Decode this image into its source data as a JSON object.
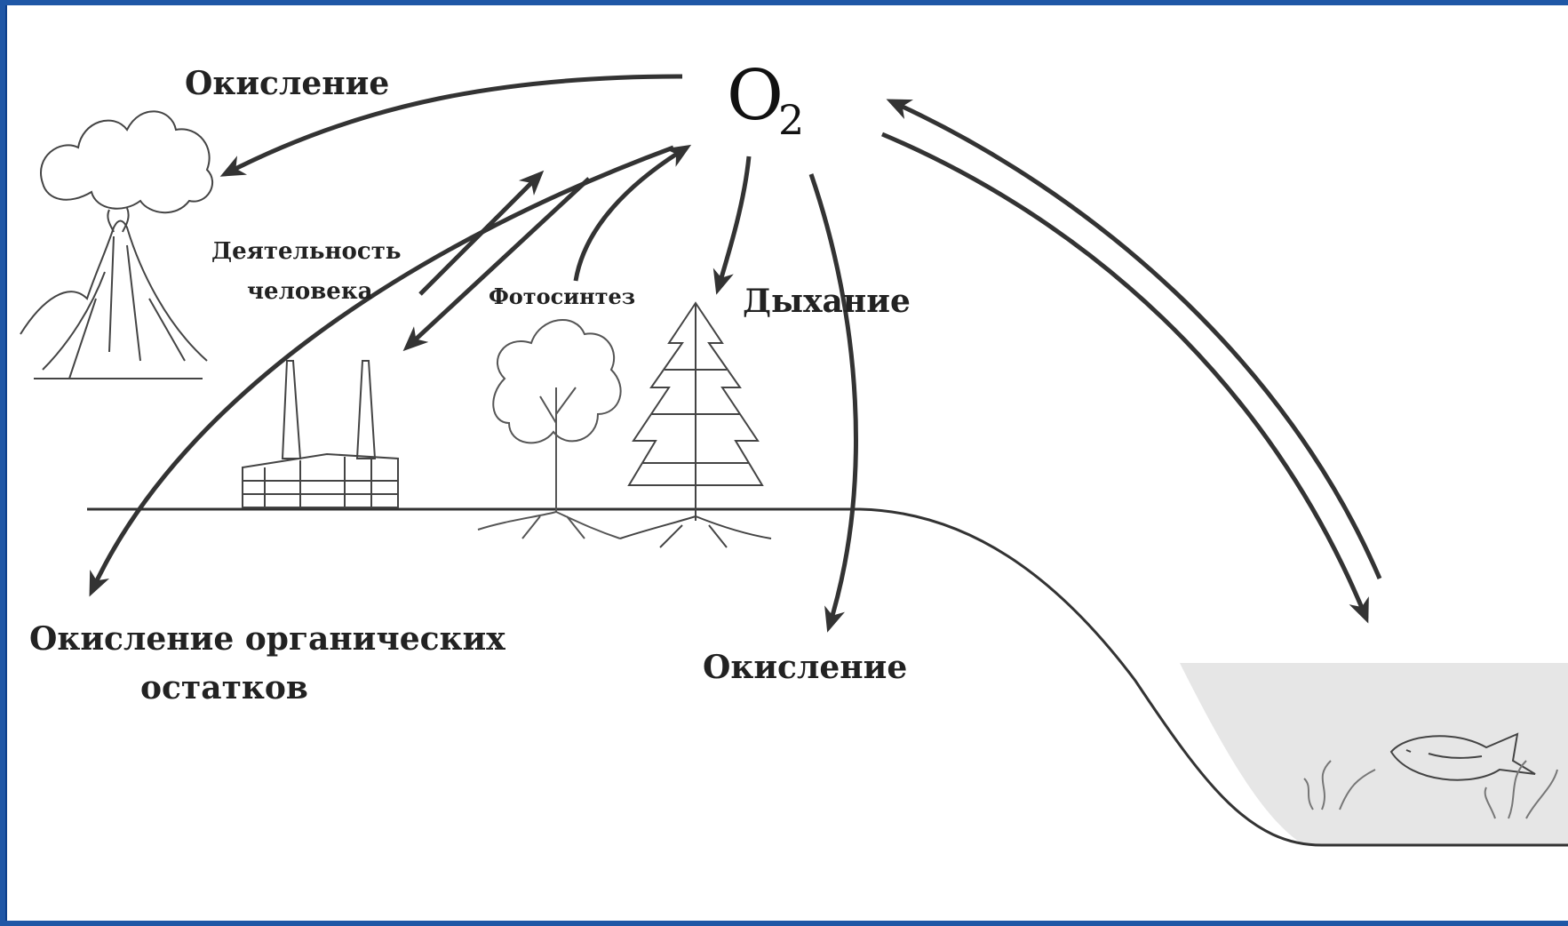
{
  "diagram": {
    "o2_label": "O",
    "o2_subscript": "2",
    "labels": {
      "oxidation_volcano": "Окисление",
      "human_activity_line1": "Деятельность",
      "human_activity_line2": "человека",
      "photosynthesis": "Фотосинтез",
      "respiration": "Дыхание",
      "oxidation_organic_line1": "Окисление органических",
      "oxidation_organic_line2": "остатков",
      "oxidation_bottom": "Окисление"
    },
    "icons": [
      "volcano-icon",
      "factory-icon",
      "deciduous-tree-icon",
      "conifer-tree-icon",
      "fish-icon",
      "seaweed-icon"
    ],
    "colors": {
      "frame": "#1f57a6",
      "ink": "#222222",
      "water": "#e6e6e6"
    }
  }
}
